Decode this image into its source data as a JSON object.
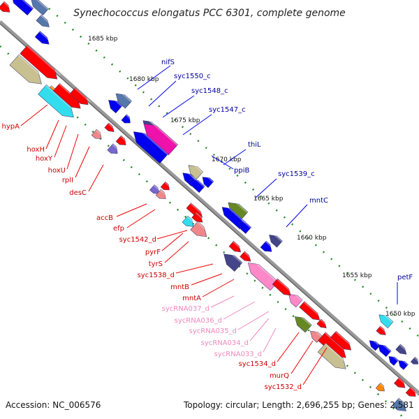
{
  "title": "Synechococcus elongatus PCC 6301, complete genome",
  "accession": "Accession: NC_006576",
  "summary": "Topology: circular; Length: 2,696,255 bp; Genes: 2,581",
  "colors": {
    "blue": "#0000ee",
    "red": "#ff0000",
    "pink": "#ff88c8",
    "steelblue": "#5577aa",
    "navy": "#444488",
    "magenta": "#ee11aa",
    "olive": "#c8c090",
    "green": "#668822",
    "cyan": "#33ddee",
    "lightred": "#ee8888",
    "orange": "#ff8800",
    "purple": "#7766cc",
    "backbone": "#999999",
    "tick": "#228822",
    "label_upper": "#000099",
    "label_lower": "#cc0000",
    "label_rna": "#ee88bb"
  },
  "ticks": [
    {
      "text": "1685 kbp"
    },
    {
      "text": "1680 kbp"
    },
    {
      "text": "1675 kbp"
    },
    {
      "text": "1670 kbp"
    },
    {
      "text": "1665 kbp"
    },
    {
      "text": "1660 kbp"
    },
    {
      "text": "1655 kbp"
    },
    {
      "text": "1650 kbp"
    }
  ],
  "upper_labels": [
    {
      "text": "nifS"
    },
    {
      "text": "syc1550_c"
    },
    {
      "text": "syc1548_c"
    },
    {
      "text": "syc1547_c"
    },
    {
      "text": "ppiB"
    },
    {
      "text": "thiL"
    },
    {
      "text": "syc1539_c"
    },
    {
      "text": "mntC"
    },
    {
      "text": "petF"
    }
  ],
  "lower_labels": [
    {
      "text": "hypA"
    },
    {
      "text": "hoxH"
    },
    {
      "text": "hoxY"
    },
    {
      "text": "hoxU"
    },
    {
      "text": "rplI"
    },
    {
      "text": "desC"
    },
    {
      "text": "accB"
    },
    {
      "text": "efp"
    },
    {
      "text": "syc1542_d"
    },
    {
      "text": "pyrF"
    },
    {
      "text": "tyrS"
    },
    {
      "text": "syc1538_d"
    },
    {
      "text": "mntB"
    },
    {
      "text": "mntA"
    },
    {
      "text": "sycRNA037_d"
    },
    {
      "text": "sycRNA036_d"
    },
    {
      "text": "sycRNA035_d"
    },
    {
      "text": "sycRNA034_d"
    },
    {
      "text": "sycRNA033_d"
    },
    {
      "text": "syc1534_d"
    },
    {
      "text": "murQ"
    },
    {
      "text": "syc1532_d"
    }
  ]
}
